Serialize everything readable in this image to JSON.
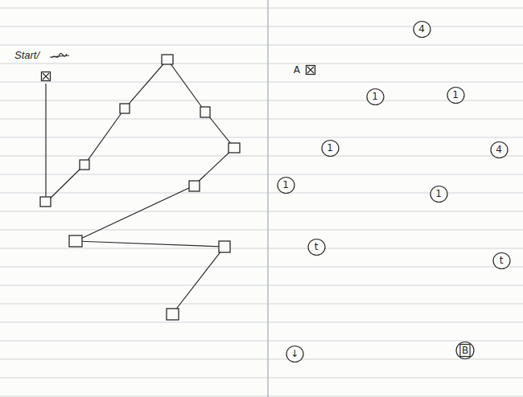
{
  "diagram": {
    "nodes": [
      {
        "text": [
          "Start/"
        ]
      },
      {
        "text": [
          "4"
        ]
      },
      {
        "text": [
          "A"
        ]
      },
      {
        "text": [
          "1"
        ]
      },
      {
        "text": [
          "1"
        ]
      },
      {
        "text": [
          "1"
        ]
      },
      {
        "text": [
          "4"
        ]
      },
      {
        "text": [
          "1"
        ]
      },
      {
        "text": [
          "1"
        ]
      },
      {
        "text": [
          "t"
        ]
      },
      {
        "text": [
          "t"
        ]
      },
      {
        "text": [
          "↓"
        ]
      },
      {
        "text": [
          "B"
        ]
      }
    ]
  }
}
